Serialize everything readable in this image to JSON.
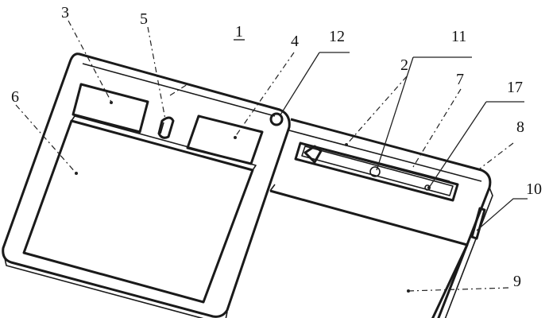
{
  "labels": {
    "l1": "1",
    "l2": "2",
    "l3": "3",
    "l4": "4",
    "l5": "5",
    "l6": "6",
    "l7": "7",
    "l8": "8",
    "l9": "9",
    "l10": "10",
    "l11": "11",
    "l12": "12",
    "l17": "17"
  }
}
